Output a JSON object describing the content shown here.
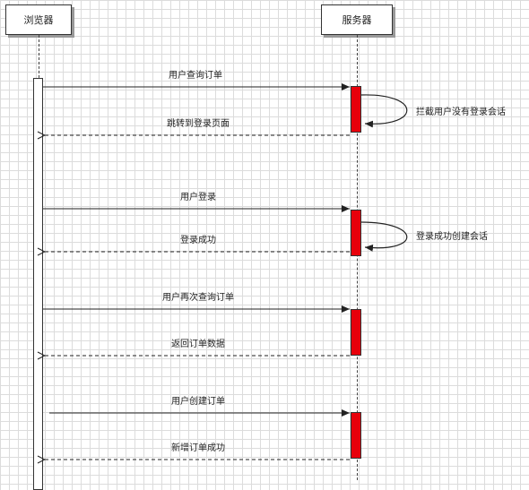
{
  "participants": {
    "browser": "浏览器",
    "server": "服务器"
  },
  "messages": [
    {
      "label": "用户查询订单",
      "type": "request"
    },
    {
      "label": "跳转到登录页面",
      "type": "response"
    },
    {
      "label": "用户登录",
      "type": "request"
    },
    {
      "label": "登录成功",
      "type": "response"
    },
    {
      "label": "用户再次查询订单",
      "type": "request"
    },
    {
      "label": "返回订单数据",
      "type": "response"
    },
    {
      "label": "用户创建订单",
      "type": "request"
    },
    {
      "label": "新增订单成功",
      "type": "response"
    }
  ],
  "self_notes": [
    {
      "label": "拦截用户没有登录会话"
    },
    {
      "label": "登录成功创建会话"
    }
  ],
  "colors": {
    "activation": "#e8000b",
    "line": "#222222"
  }
}
